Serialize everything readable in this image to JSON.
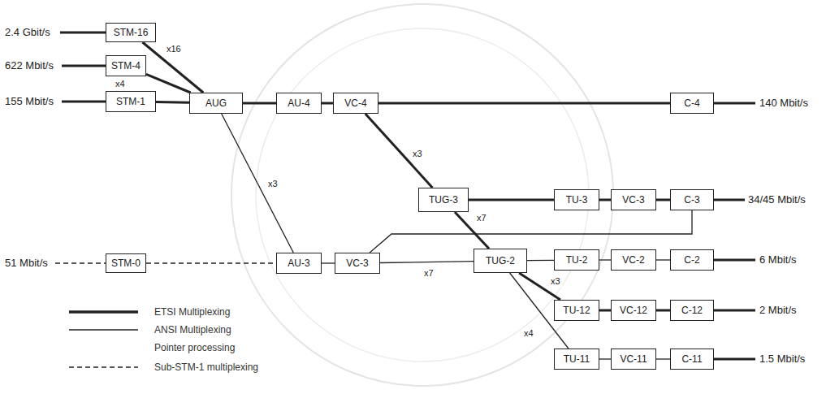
{
  "diagram": {
    "nodes": [
      {
        "text": [
          "STM-16"
        ]
      },
      {
        "text": [
          "STM-4"
        ]
      },
      {
        "text": [
          "STM-1"
        ]
      },
      {
        "text": [
          "AUG"
        ]
      },
      {
        "text": [
          "AU-4"
        ]
      },
      {
        "text": [
          "VC-4"
        ]
      },
      {
        "text": [
          "C-4"
        ]
      },
      {
        "text": [
          "TUG-3"
        ]
      },
      {
        "text": [
          "TU-3"
        ]
      },
      {
        "text": [
          "VC-3"
        ]
      },
      {
        "text": [
          "C-3"
        ]
      },
      {
        "text": [
          "STM-0"
        ]
      },
      {
        "text": [
          "AU-3"
        ]
      },
      {
        "text": [
          "VC-3"
        ]
      },
      {
        "text": [
          "TUG-2"
        ]
      },
      {
        "text": [
          "TU-2"
        ]
      },
      {
        "text": [
          "VC-2"
        ]
      },
      {
        "text": [
          "C-2"
        ]
      },
      {
        "text": [
          "TU-12"
        ]
      },
      {
        "text": [
          "VC-12"
        ]
      },
      {
        "text": [
          "C-12"
        ]
      },
      {
        "text": [
          "TU-11"
        ]
      },
      {
        "text": [
          "VC-11"
        ]
      },
      {
        "text": [
          "C-11"
        ]
      }
    ],
    "edges": [
      {
        "from": 0,
        "to": 3,
        "arrow": "none",
        "label": "x16"
      },
      {
        "from": 1,
        "to": 3,
        "arrow": "none",
        "label": "x4"
      },
      {
        "from": 2,
        "to": 3,
        "arrow": "none"
      },
      {
        "from": 3,
        "to": 4,
        "arrow": "none"
      },
      {
        "from": 4,
        "to": 5,
        "arrow": "none"
      },
      {
        "from": 5,
        "to": 6,
        "arrow": "none"
      },
      {
        "from": 5,
        "to": 7,
        "arrow": "none",
        "label": "x3"
      },
      {
        "from": 7,
        "to": 8,
        "arrow": "none"
      },
      {
        "from": 8,
        "to": 9,
        "arrow": "none"
      },
      {
        "from": 9,
        "to": 10,
        "arrow": "none"
      },
      {
        "from": 3,
        "to": 12,
        "arrow": "none",
        "label": "x3"
      },
      {
        "from": 11,
        "to": 12,
        "arrow": "none"
      },
      {
        "from": 12,
        "to": 13,
        "arrow": "none"
      },
      {
        "from": 13,
        "to": 10,
        "arrow": "none"
      },
      {
        "from": 13,
        "to": 14,
        "arrow": "none",
        "label": "x7"
      },
      {
        "from": 7,
        "to": 14,
        "arrow": "none",
        "label": "x7"
      },
      {
        "from": 14,
        "to": 15,
        "arrow": "none"
      },
      {
        "from": 15,
        "to": 16,
        "arrow": "none"
      },
      {
        "from": 16,
        "to": 17,
        "arrow": "none"
      },
      {
        "from": 14,
        "to": 18,
        "arrow": "none",
        "label": "x3"
      },
      {
        "from": 18,
        "to": 19,
        "arrow": "none"
      },
      {
        "from": 19,
        "to": 20,
        "arrow": "none"
      },
      {
        "from": 14,
        "to": 21,
        "arrow": "none",
        "label": "x4"
      },
      {
        "from": 21,
        "to": 22,
        "arrow": "none"
      },
      {
        "from": 22,
        "to": 23,
        "arrow": "none"
      }
    ],
    "labels": [
      "2.4 Gbit/s",
      "622 Mbit/s",
      "155 Mbit/s",
      "51 Mbit/s",
      "140 Mbit/s",
      "34/45 Mbit/s",
      "6 Mbit/s",
      "2 Mbit/s",
      "1.5 Mbit/s"
    ],
    "legend": [
      {
        "text": "ETSI Multiplexing"
      },
      {
        "text": "ANSI Multiplexing"
      },
      {
        "text": "Pointer processing"
      },
      {
        "text": "Sub-STM-1 multiplexing"
      }
    ]
  }
}
